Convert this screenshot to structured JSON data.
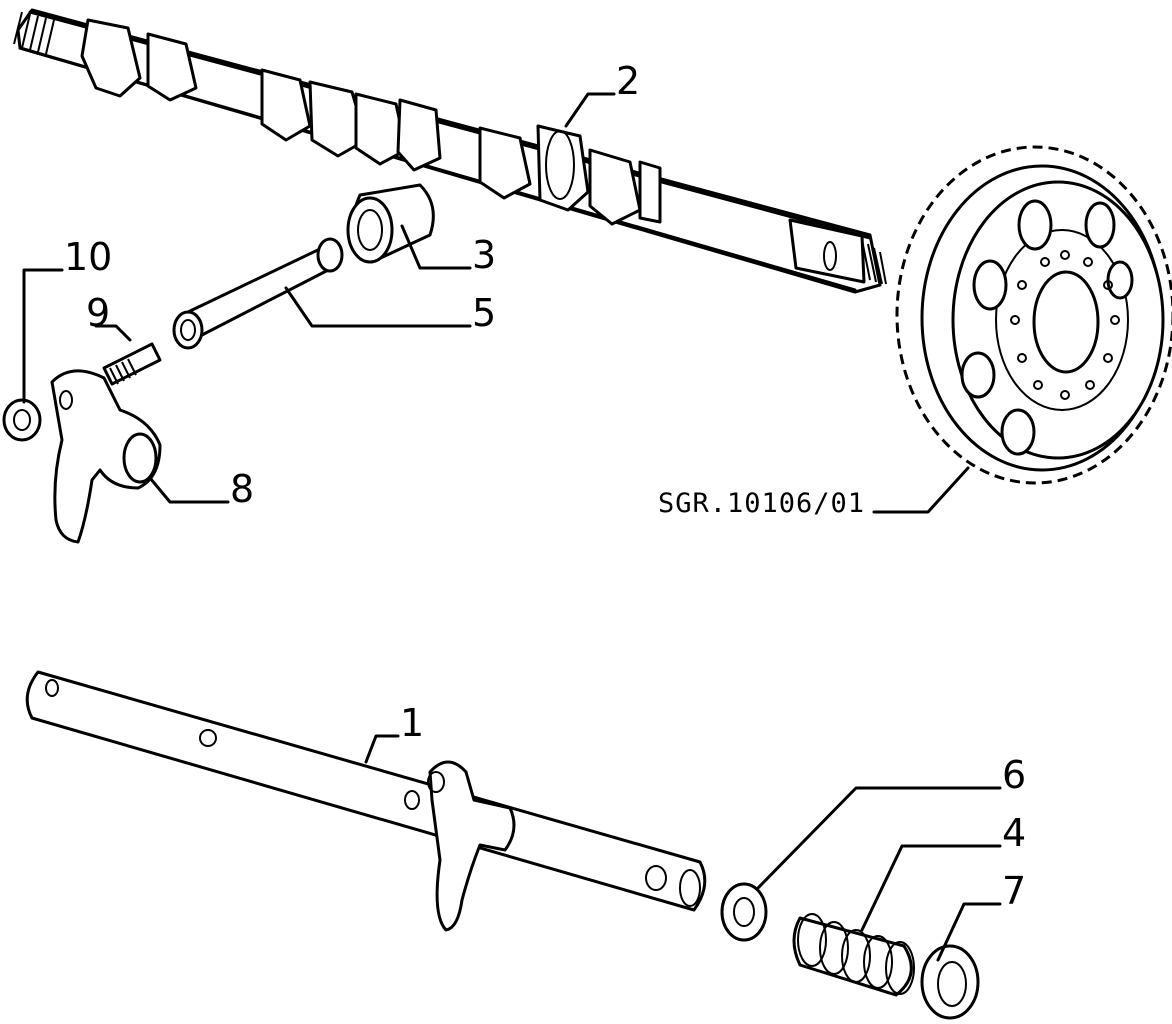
{
  "drawing_code": "SGR.10106/01",
  "callouts": {
    "c1": "1",
    "c2": "2",
    "c3": "3",
    "c4": "4",
    "c5": "5",
    "c6": "6",
    "c7": "7",
    "c8": "8",
    "c9": "9",
    "c10": "10"
  }
}
